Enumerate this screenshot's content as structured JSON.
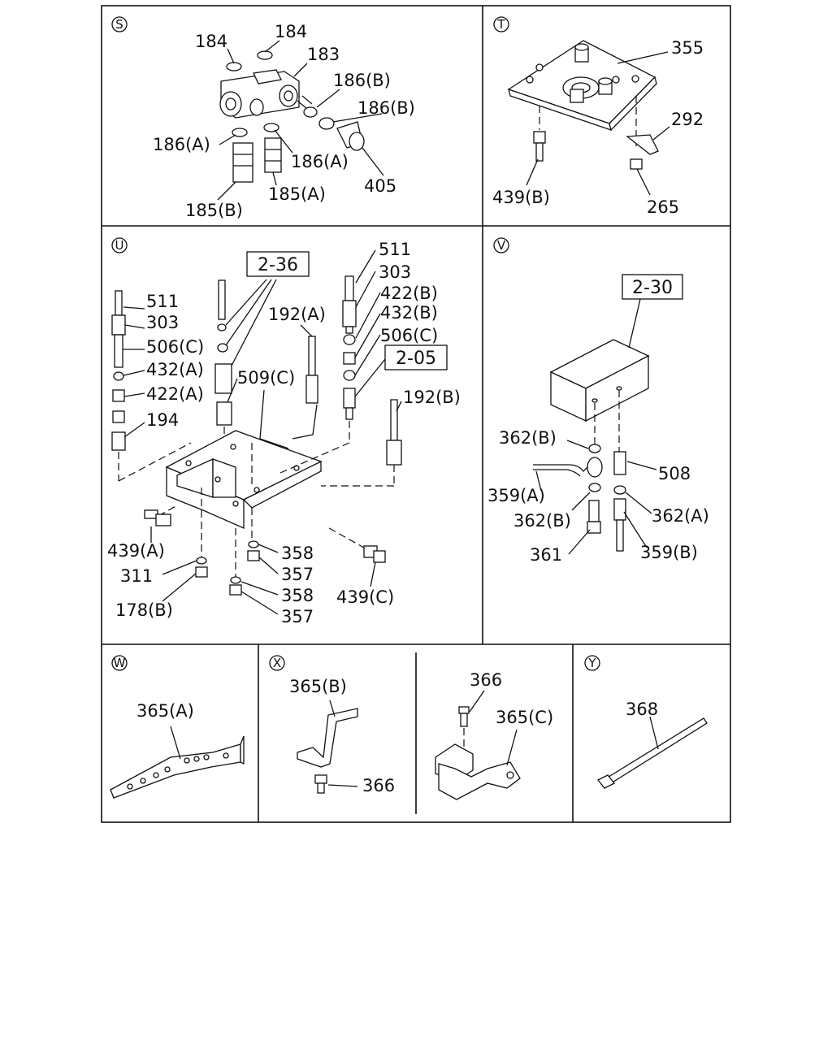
{
  "panels": {
    "S": {
      "letter": "S",
      "labels": [
        "184",
        "184",
        "183",
        "186(B)",
        "186(B)",
        "186(A)",
        "186(A)",
        "405",
        "185(A)",
        "185(B)"
      ]
    },
    "T": {
      "letter": "T",
      "labels": [
        "355",
        "292",
        "439(B)",
        "265"
      ]
    },
    "U": {
      "letter": "U",
      "boxes": [
        "2-36",
        "2-05"
      ],
      "labels": [
        "511",
        "303",
        "422(B)",
        "432(B)",
        "506(C)",
        "192(A)",
        "192(B)",
        "509(C)",
        "511",
        "303",
        "506(C)",
        "432(A)",
        "422(A)",
        "194",
        "439(A)",
        "311",
        "178(B)",
        "358",
        "357",
        "358",
        "357",
        "439(C)"
      ]
    },
    "V": {
      "letter": "V",
      "boxes": [
        "2-30"
      ],
      "labels": [
        "362(B)",
        "508",
        "359(A)",
        "362(B)",
        "362(A)",
        "361",
        "359(B)"
      ]
    },
    "W": {
      "letter": "W",
      "labels": [
        "365(A)"
      ]
    },
    "X": {
      "letter": "X",
      "labels": [
        "365(B)",
        "366",
        "366",
        "365(C)"
      ]
    },
    "Y": {
      "letter": "Y",
      "labels": [
        "368"
      ]
    }
  }
}
